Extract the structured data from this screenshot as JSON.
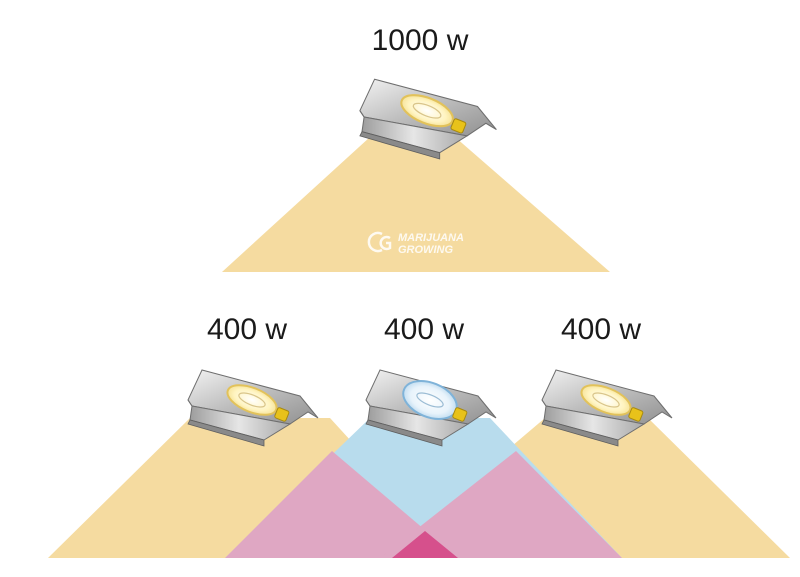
{
  "lamps": {
    "top": {
      "label": "1000 w",
      "bulb": "HPS"
    },
    "left": {
      "label": "400 w",
      "bulb": "HPS"
    },
    "middle": {
      "label": "400 w",
      "bulb": "MH"
    },
    "right": {
      "label": "400 w",
      "bulb": "HPS"
    }
  },
  "watermark": {
    "line1": "MARIJUANA",
    "line2": "GROWING"
  },
  "colors": {
    "hps_light": "#f5dba0",
    "mh_light": "#b8dced",
    "overlap": "#dfa7c3",
    "overlap_center": "#d6508c",
    "reflector": "#c9c9c9",
    "bulb_glow": "#fff6c8",
    "socket": "#e8c21a"
  }
}
